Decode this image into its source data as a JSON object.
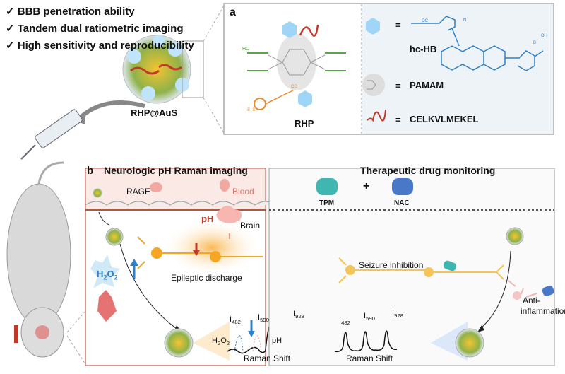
{
  "features": [
    "✓ BBB penetration ability",
    "✓ Tandem dual ratiometric imaging",
    "✓ High sensitivity and reproducibility"
  ],
  "nanoparticle_label": "RHP@AuS",
  "panel_a": {
    "letter": "a",
    "rhp": "RHP",
    "legend": [
      {
        "symbol": "hexagon",
        "name": "hc-HB"
      },
      {
        "symbol": "dendrimer",
        "name": "PAMAM"
      },
      {
        "symbol": "peptide",
        "name": "CELKVLMEKEL"
      }
    ],
    "eq": "=",
    "chem": {
      "oc": "OC",
      "oh": "OH",
      "b": "B",
      "ss": "S–S",
      "co": "CO",
      "ho": "HO",
      "n": "n",
      "nplus": "N"
    }
  },
  "panel_b": {
    "letter": "b",
    "left": {
      "title": "Neurologic pH Raman imaging",
      "rage": "RAGE",
      "blood": "Blood",
      "brain": "Brain",
      "ph": "pH",
      "h2o2": "H",
      "epileptic": "Epileptic discharge",
      "peaks": [
        "482",
        "590",
        "928"
      ],
      "i": "I",
      "h2o2_label": "H",
      "ph_label": "pH",
      "xaxis": "Raman Shift"
    },
    "right": {
      "title": "Therapeutic drug monitoring",
      "drugs": [
        "TPM",
        "NAC"
      ],
      "plus": "+",
      "seizure": "Seizure inhibition",
      "anti": "Anti-",
      "inflammation": "inflammation",
      "peaks": [
        "482",
        "590",
        "928"
      ],
      "i": "I",
      "xaxis": "Raman Shift"
    }
  },
  "colors": {
    "blood": "#c0392b",
    "blue": "#3d8bd9",
    "orange": "#f5a623",
    "tpm": "#3fb7b0",
    "nac": "#4a78c9"
  }
}
